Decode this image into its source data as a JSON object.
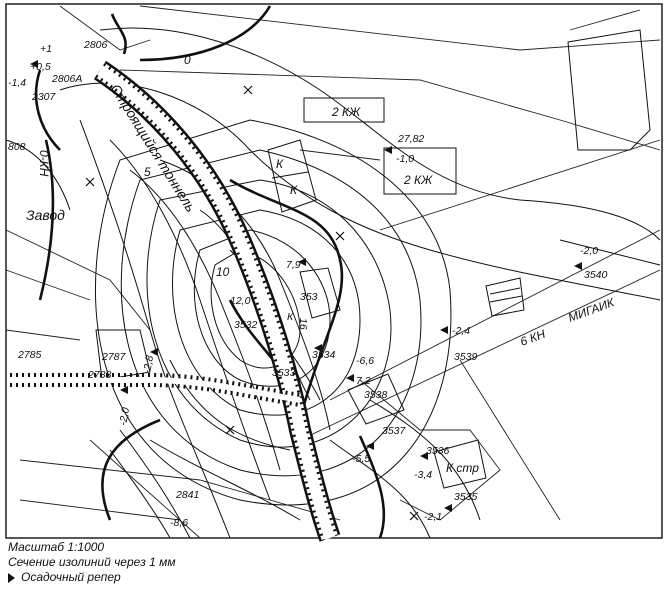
{
  "map": {
    "labels": {
      "tunnel": "Строящийся тоннель",
      "factory": "Завод",
      "kzh_top": "2 КЖ",
      "kzh_right": "2 КЖ",
      "k1": "К",
      "k2": "К",
      "k_center": "К",
      "k_str": "К стр",
      "kn_left": "0-КН",
      "kn_right": "6 КН",
      "migaik": "МИГАИК",
      "contour_0": "0",
      "contour_5": "5",
      "contour_10": "10",
      "n2806": "2806",
      "n2806a": "2806А",
      "n2307": "2307",
      "n808": "808",
      "n2785": "2785",
      "n2787": "2787",
      "n2788": "2788",
      "n2841": "2841",
      "n353": "353",
      "n3532": "3532",
      "n3533": "3533",
      "n3534": "3534",
      "n3535": "3535",
      "n3536": "3536",
      "n3537": "3537",
      "n3538": "3538",
      "n3539": "3539",
      "n3540": "3540",
      "v_p1": "+1",
      "v_p05": "+0,5",
      "v_m14": "-1,4",
      "v_2782": "27,82",
      "v_m10": "-1,0",
      "v_m20a": "-2,0",
      "v_m24": "-2,4",
      "v_79": "7,9",
      "v_120": "12,0",
      "v_16": "16",
      "v_m66": "-6,6",
      "v_72": "7,2",
      "v_m28": "-2,8",
      "v_m20b": "-2,0",
      "v_m55": "-5,5",
      "v_m34": "-3,4",
      "v_m21": "-2,1",
      "v_m86": "-8,6"
    }
  },
  "legend": {
    "scale": "Масштаб 1:1000",
    "contour_interval": "Сечение изолиний через 1 мм",
    "benchmark": "Осадочный репер"
  }
}
